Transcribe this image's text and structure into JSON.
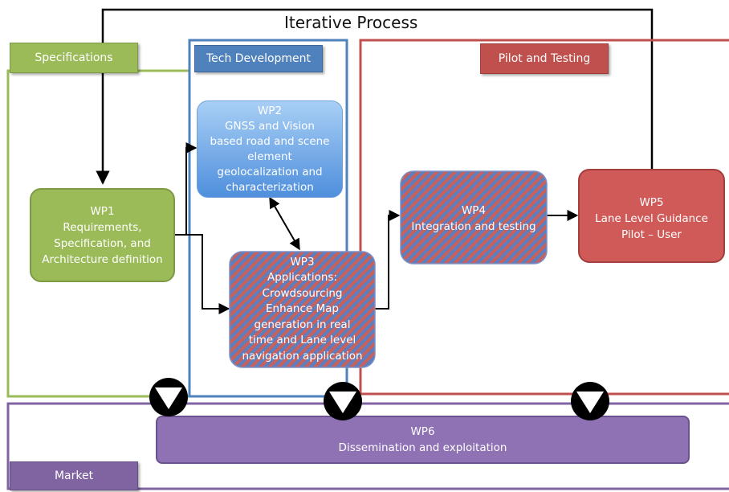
{
  "title": "Iterative Process",
  "areas": {
    "specifications": "Specifications",
    "tech_development": "Tech Development",
    "pilot_testing": "Pilot and Testing",
    "market": "Market"
  },
  "work_packages": {
    "wp1": [
      "WP1",
      "Requirements,",
      "Specification,  and",
      "Architecture definition"
    ],
    "wp2": [
      "WP2",
      "GNSS and Vision",
      "based road and scene",
      "element",
      "geolocalization and",
      "characterization"
    ],
    "wp3": [
      "WP3",
      "Applications:",
      "Crowdsourcing",
      "Enhance Map",
      "generation in real",
      "time and Lane level",
      "navigation application"
    ],
    "wp4": [
      "WP4",
      "Integration and testing"
    ],
    "wp5": [
      "WP5",
      "Lane Level Guidance",
      "Pilot – User"
    ],
    "wp6": [
      "WP6",
      "Dissemination and exploitation"
    ]
  },
  "colors": {
    "green": "#9bbb59",
    "blue": "#4f81bd",
    "red": "#c0504d",
    "purple": "#8064a2"
  }
}
